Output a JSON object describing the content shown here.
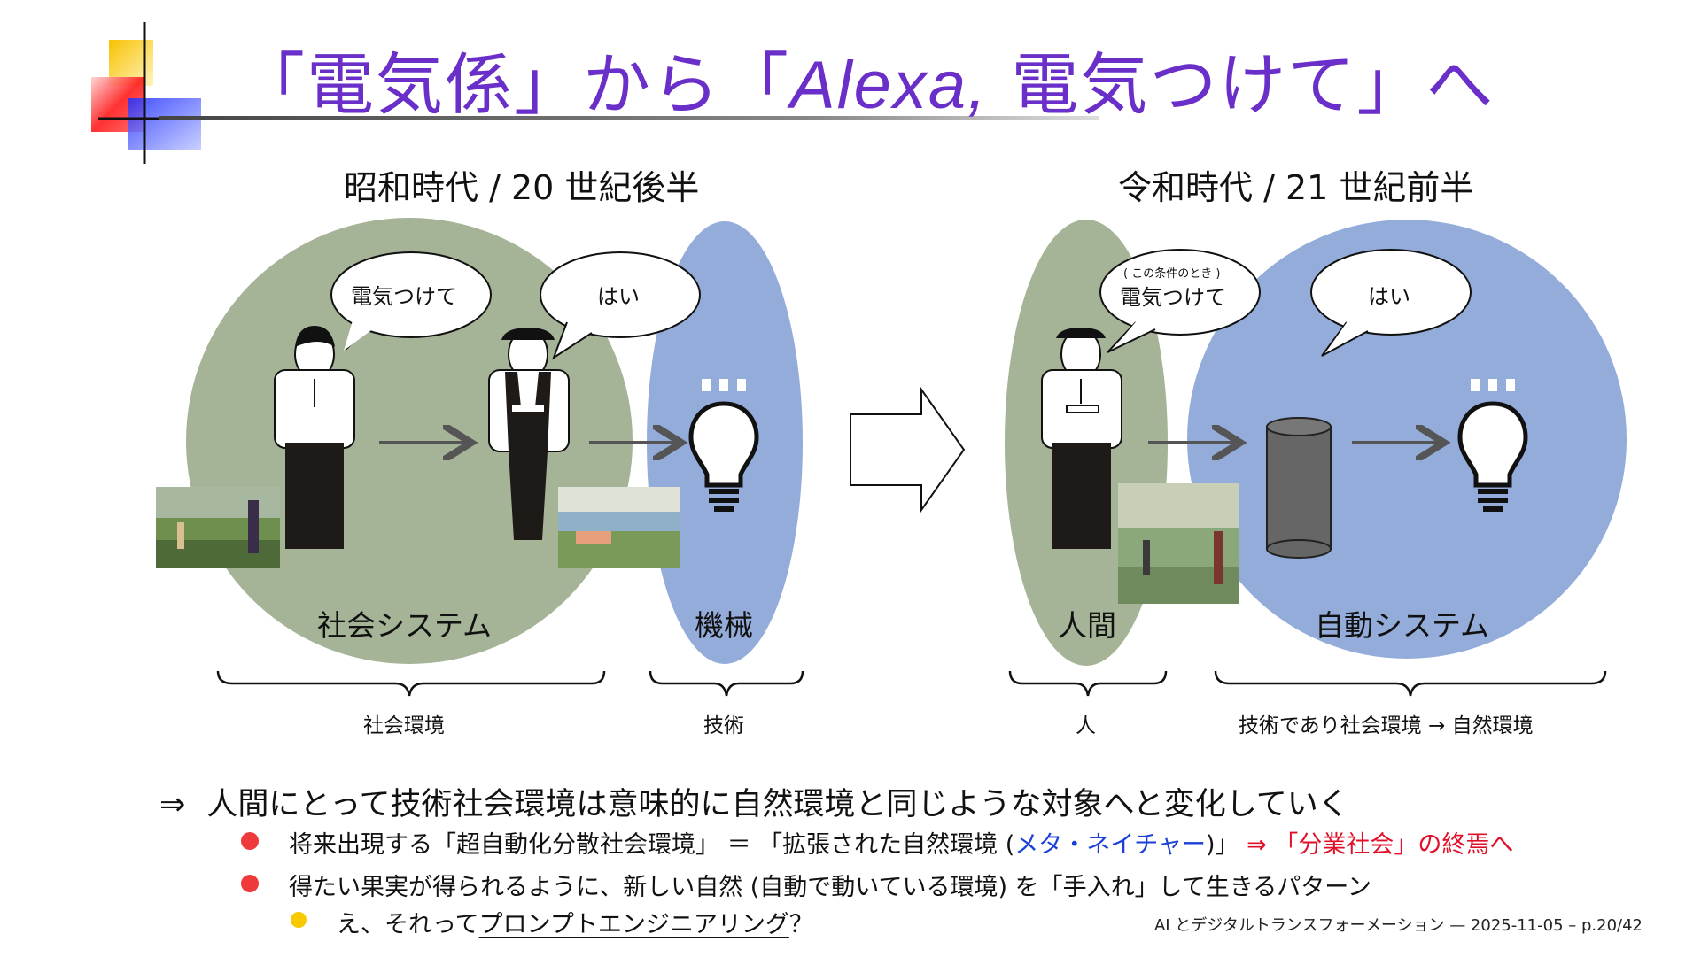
{
  "title": {
    "part1": "「電気係」から「",
    "alexa": "Alexa,",
    "part2": " 電気つけて」へ"
  },
  "left": {
    "era": "昭和時代 / 20 世紀後半",
    "speech1": "電気つけて",
    "speech2": "はい",
    "circle_label": "社会システム",
    "ellipse_label": "機械",
    "brace1": "社会環境",
    "brace2": "技術"
  },
  "right": {
    "era": "令和時代 / 21 世紀前半",
    "speech1_note": "( この条件のとき )",
    "speech1": "電気つけて",
    "speech2": "はい",
    "ellipse_label": "人間",
    "circle_label": "自動システム",
    "brace1": "人",
    "brace2": "技術であり社会環境 → 自然環境"
  },
  "bullets": {
    "main_arrow": "⇒",
    "main": "人間にとって技術社会環境は意味的に自然環境と同じような対象へと変化していく",
    "b1_part1": "将来出現する「超自動化分散社会環境」 ＝ 「拡張された自然環境 (",
    "b1_blue": "メタ・ネイチャー",
    "b1_part2": ")」",
    "b1_red": " ⇒ 「分業社会」の終焉へ",
    "b2": "得たい果実が得られるように、新しい自然 (自動で動いている環境) を「手入れ」して生きるパターン",
    "b3_prefix": "え、それって",
    "b3_link": "プロンプトエンジニアリング",
    "b3_suffix": "？"
  },
  "footer": "AI とデジタルトランスフォーメーション — 2025-11-05 – p.20/42",
  "colors": {
    "title": "#6a2fc8",
    "green": "#a5b396",
    "blue": "#94acda",
    "bullet_red": "#ee3a3a",
    "bullet_yellow": "#f8c800",
    "meta_blue": "#1a3fd8",
    "red_text": "#e0102a"
  }
}
